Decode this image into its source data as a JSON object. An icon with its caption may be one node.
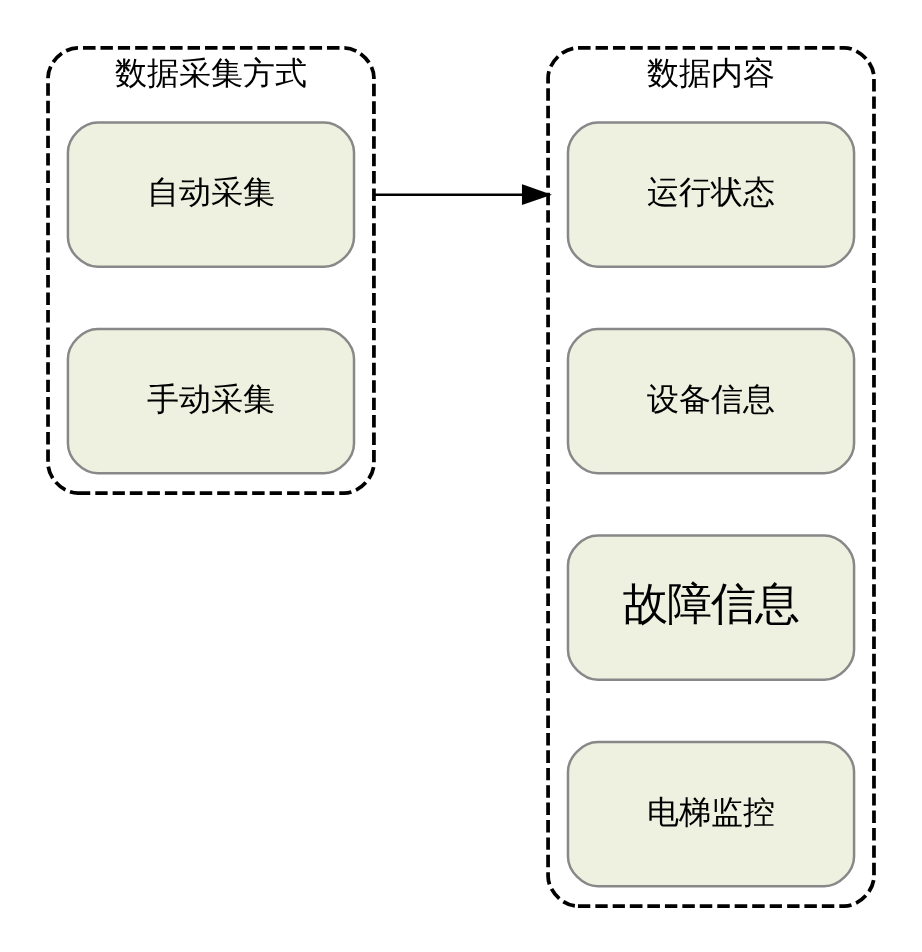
{
  "diagram": {
    "nodes": [
      {
        "text": [
          "数据采集方式"
        ]
      },
      {
        "text": [
          "自动采集"
        ],
        "in": 0
      },
      {
        "text": [
          "手动采集"
        ],
        "in": 0
      },
      {
        "text": [
          "数据内容"
        ]
      },
      {
        "text": [
          "运行状态"
        ],
        "in": 3
      },
      {
        "text": [
          "设备信息"
        ],
        "in": 3
      },
      {
        "text": [
          "故障信息"
        ],
        "in": 3
      },
      {
        "text": [
          "电梯监控"
        ],
        "in": 3
      }
    ],
    "edges": [
      {
        "from": 0,
        "to": 3,
        "arrow": "to"
      }
    ]
  }
}
